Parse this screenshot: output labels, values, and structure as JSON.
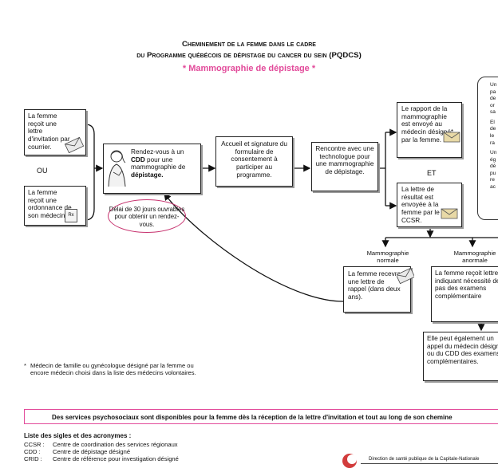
{
  "title": {
    "line1": "Cheminement de la femme dans le cadre",
    "line2": "du Programme québécois de dépistage du cancer du sein (PQDCS)",
    "line3": "* Mammographie de dépistage *"
  },
  "left": {
    "box_invitation": "La femme reçoit une lettre d'invitation par courrier.",
    "ou": "OU",
    "box_ordonnance": "La femme reçoit une ordonnance de son médecin.",
    "rx_label": "Rx"
  },
  "cdd": {
    "line1": "Rendez-vous à un",
    "cdd": "CDD",
    "line2": "pour une mammographie de",
    "depistage": "dépistage."
  },
  "delai": "Délai de 30 jours ouvrables pour obtenir un rendez-vous.",
  "accueil": "Accueil et signature du formulaire de consentement à participer au programme.",
  "rencontre": "Rencontre avec une technologue pour une mammographie de dépistage.",
  "rapport": {
    "text": "Le rapport de la mammographie est envoyé au médecin désigné*",
    "tail": "par la femme."
  },
  "et": "ET",
  "lettre_resultat": "La lettre de résultat est envoyée à la femme par le CCSR.",
  "right_partial": {
    "lines1": [
      "Un",
      "pa",
      "de",
      "or",
      "sa"
    ],
    "lines2": [
      "El",
      "de",
      "le",
      "ra"
    ],
    "lines3": [
      "Un",
      "ég",
      "dé",
      "pu",
      "re",
      "ac"
    ]
  },
  "normale": {
    "label": "Mammographie normale",
    "box": "La femme recevra une lettre de rappel (dans deux ans)."
  },
  "anormale": {
    "label": "Mammographie anormale",
    "box": "La femme reçoit lettre lui indiquant nécessité de pas des examens complémentaire",
    "suite": "Elle peut également un appel du médecin désigné* ou du CDD des examens complémentaires."
  },
  "footnote": "Médecin de famille ou gynécologue désigné par la femme ou encore médecin choisi dans la liste des médecins volontaires.",
  "footnote_star": "*",
  "bar": "Des services psychosociaux sont disponibles pour la femme dès la réception de la lettre d'invitation et tout au long de son chemine",
  "sigles": {
    "title": "Liste des sigles et des acronymes :",
    "items": [
      {
        "code": "CCSR :",
        "def": "Centre de coordination des services régionaux"
      },
      {
        "code": "CDD :",
        "def": "Centre de dépistage désigné"
      },
      {
        "code": "CRID :",
        "def": "Centre de référence pour investigation désigné"
      }
    ]
  },
  "footer_org": "Direction de santé publique de la Capitale-Nationale",
  "colors": {
    "accent": "#e24a9a",
    "border": "#222222",
    "shadow": "#9a9a9a"
  }
}
